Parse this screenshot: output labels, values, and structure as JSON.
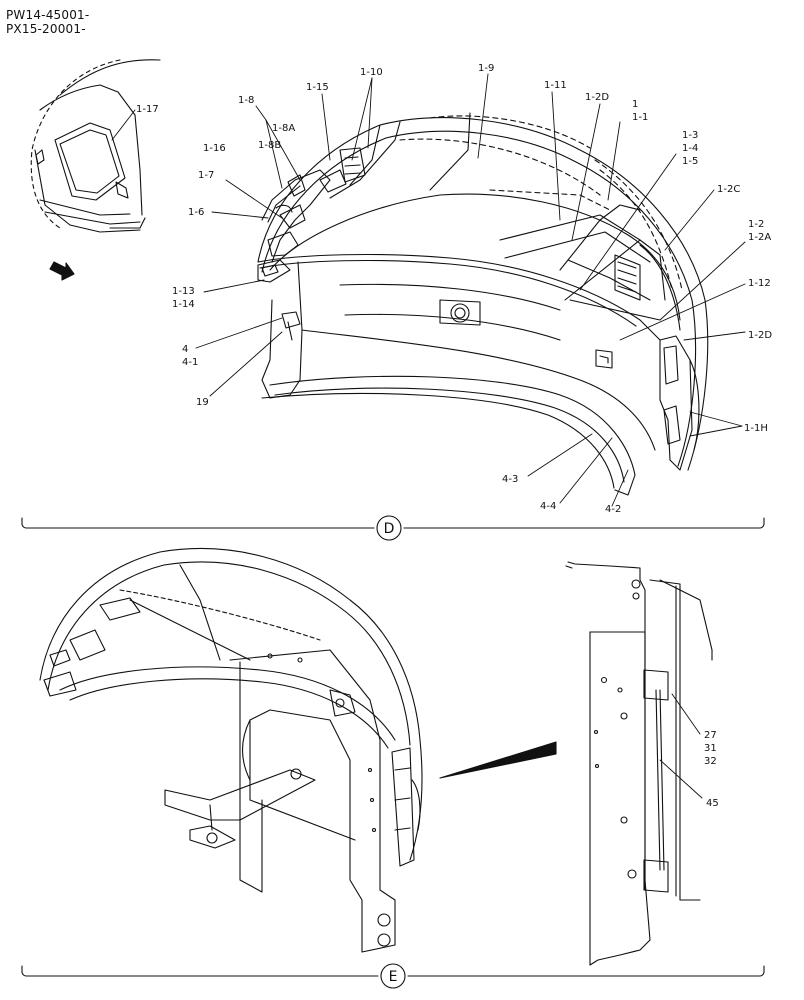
{
  "header": {
    "line1": "PW14-45001-",
    "line2": "PX15-20001-"
  },
  "sections": {
    "upper": "D",
    "lower": "E"
  },
  "upper_callouts": {
    "c1_17": "1-17",
    "c1_8": "1-8",
    "c1_8A": "1-8A",
    "c1_8B": "1-8B",
    "c1_15": "1-15",
    "c1_10": "1-10",
    "c1_9": "1-9",
    "c1_11": "1-11",
    "c1_2D_top": "1-2D",
    "c1": "1",
    "c1_1": "1-1",
    "c1_16": "1-16",
    "c1_3": "1-3",
    "c1_4": "1-4",
    "c1_5": "1-5",
    "c1_7": "1-7",
    "c1_2C": "1-2C",
    "c1_6": "1-6",
    "c1_2": "1-2",
    "c1_2A": "1-2A",
    "c1_12": "1-12",
    "c1_13": "1-13",
    "c1_14": "1-14",
    "c4": "4",
    "c4_1": "4-1",
    "c1_2D_right": "1-2D",
    "c19": "19",
    "c1_1H": "1-1H",
    "c4_3": "4-3",
    "c4_4": "4-4",
    "c4_2": "4-2"
  },
  "lower_callouts": {
    "c27": "27",
    "c31": "31",
    "c32": "32",
    "c45": "45"
  },
  "icons": [
    "view-arrow-icon",
    "section-d-marker",
    "section-e-marker"
  ]
}
